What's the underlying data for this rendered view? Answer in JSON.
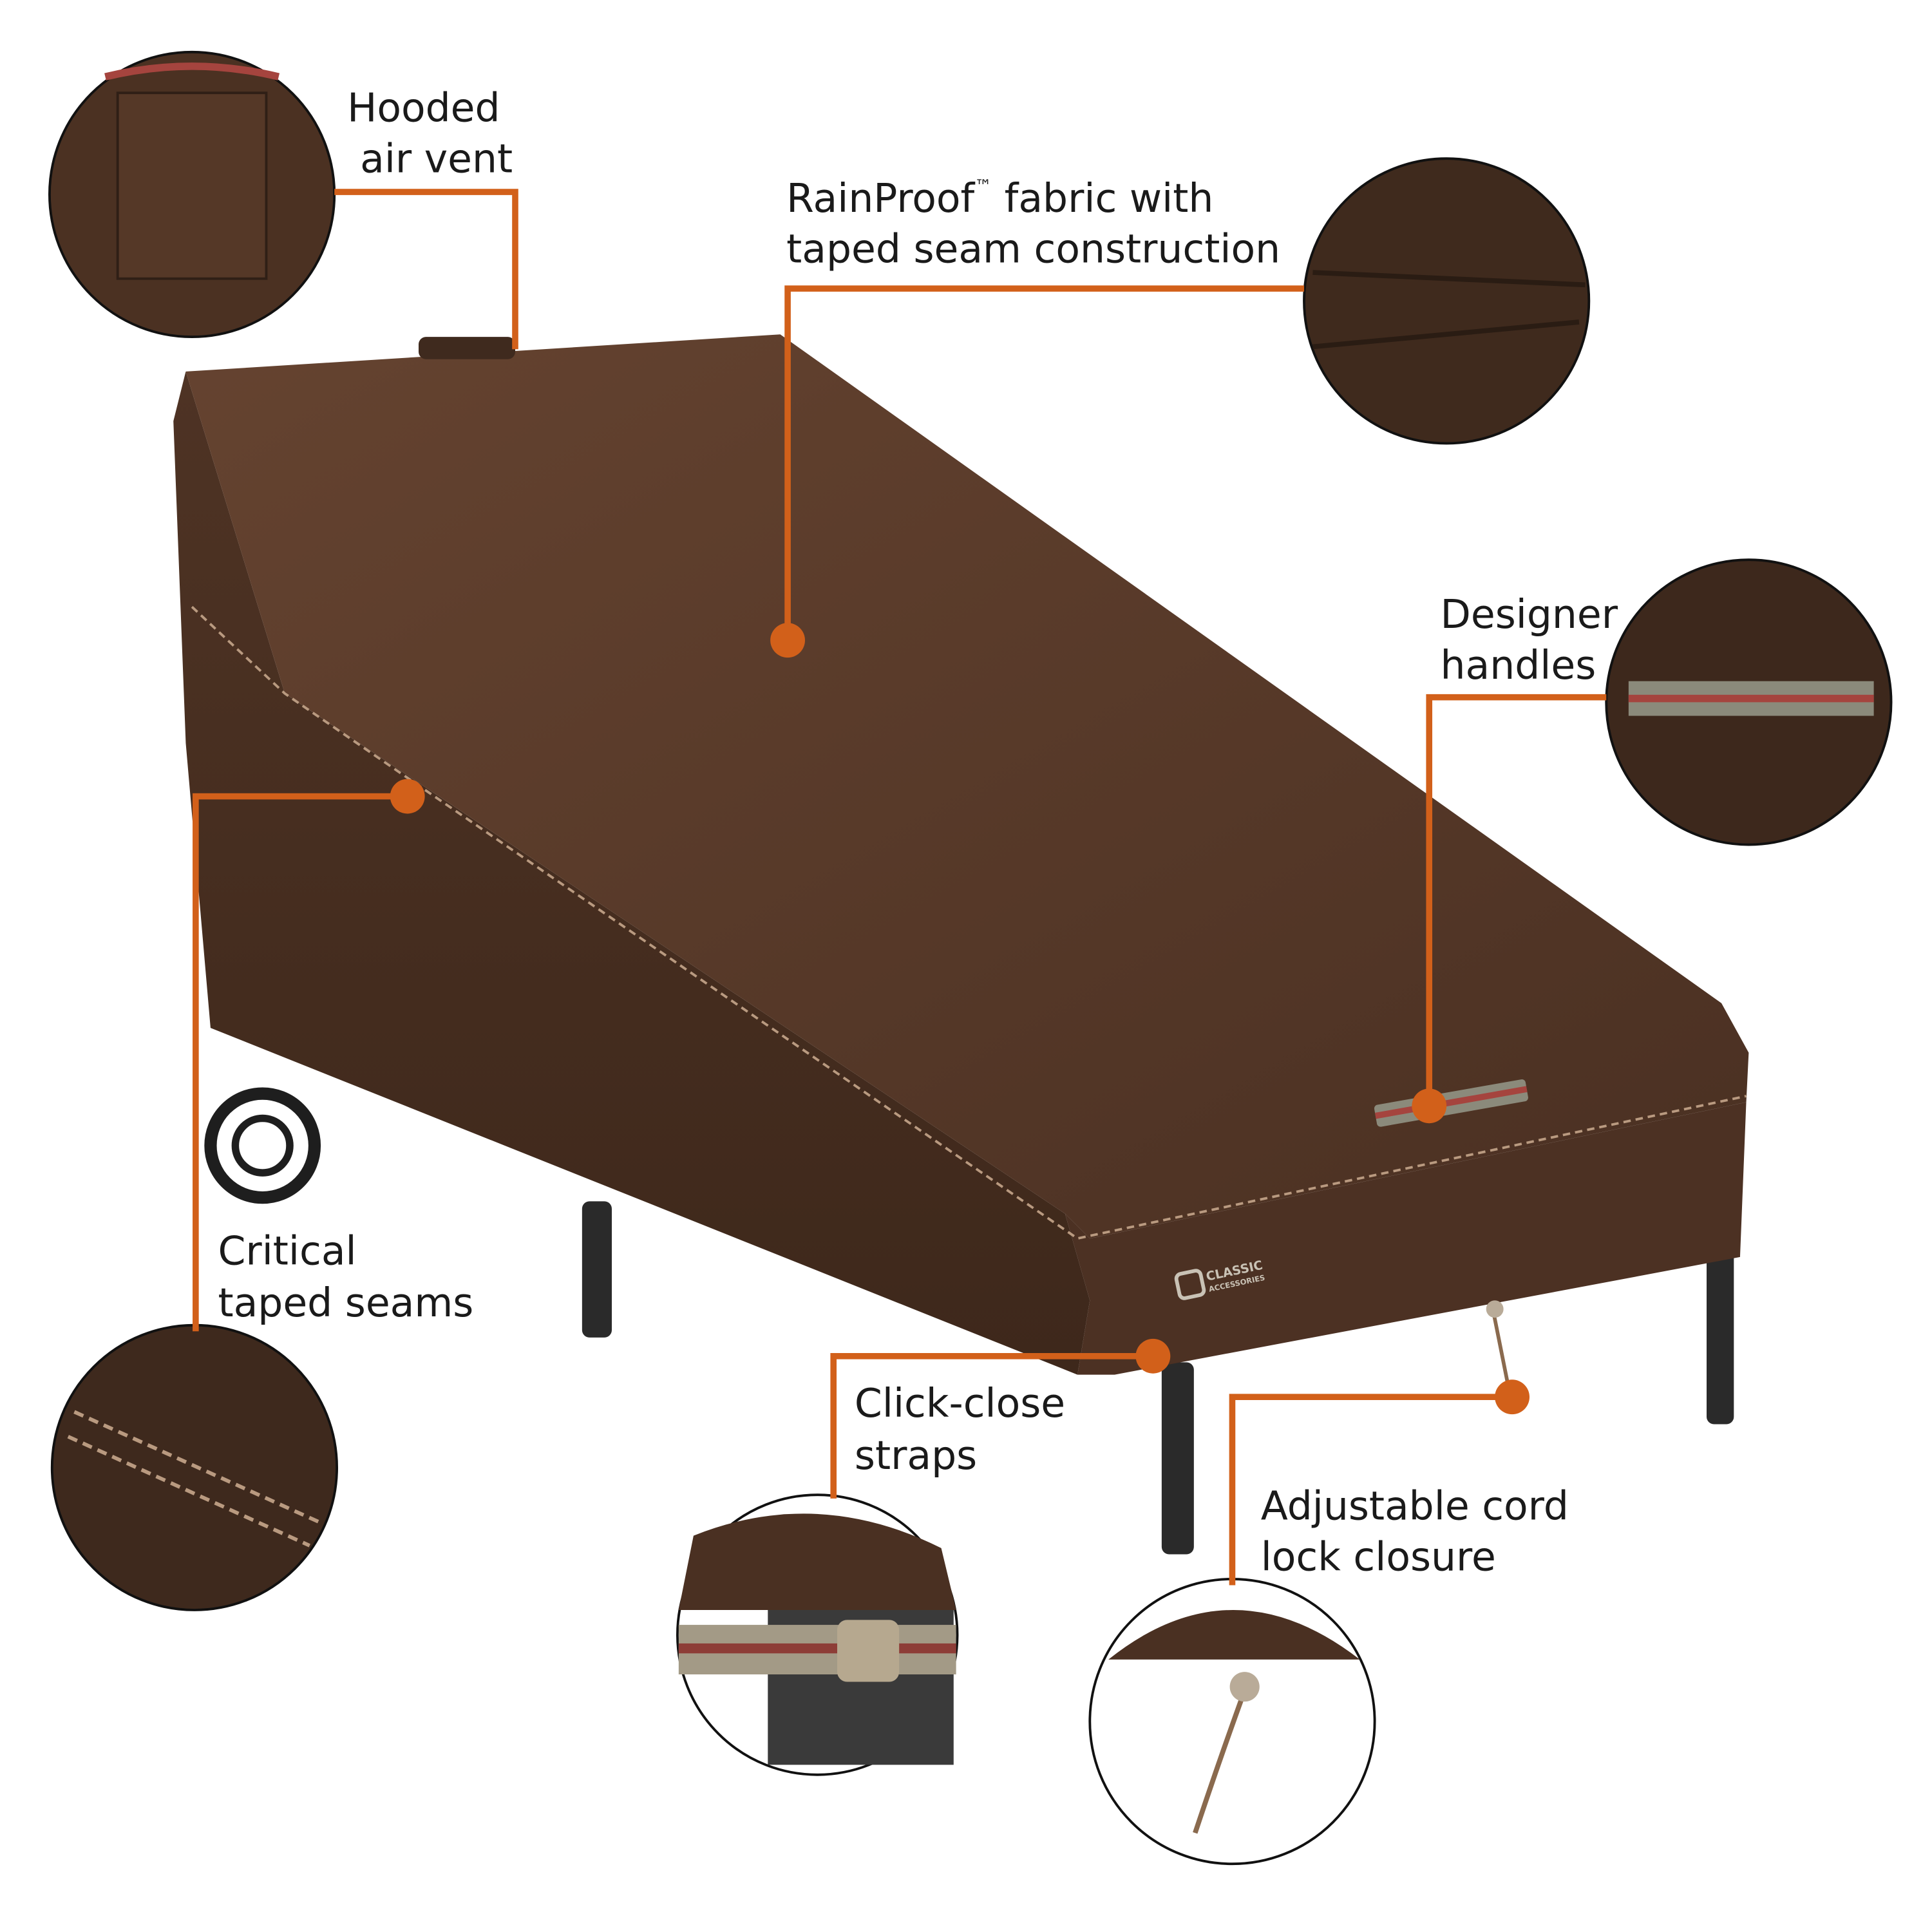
{
  "colors": {
    "accent": "#D2601A",
    "cover": "#5a3b28",
    "text": "#1a1a1a"
  },
  "brand_logo": "CLASSIC ACCESSORIES",
  "callouts": {
    "vent": {
      "line1": "Hooded",
      "line2": "air vent"
    },
    "fabric": {
      "line1": "RainProof",
      "tm": "™",
      "line1b": " fabric with",
      "line2": "taped seam construction"
    },
    "handles": {
      "line1": "Designer",
      "line2": "handles"
    },
    "seams": {
      "line1": "Critical",
      "line2": "taped seams"
    },
    "straps": {
      "line1": "Click-close",
      "line2": "straps"
    },
    "cord": {
      "line1": "Adjustable cord",
      "line2": "lock closure"
    }
  }
}
